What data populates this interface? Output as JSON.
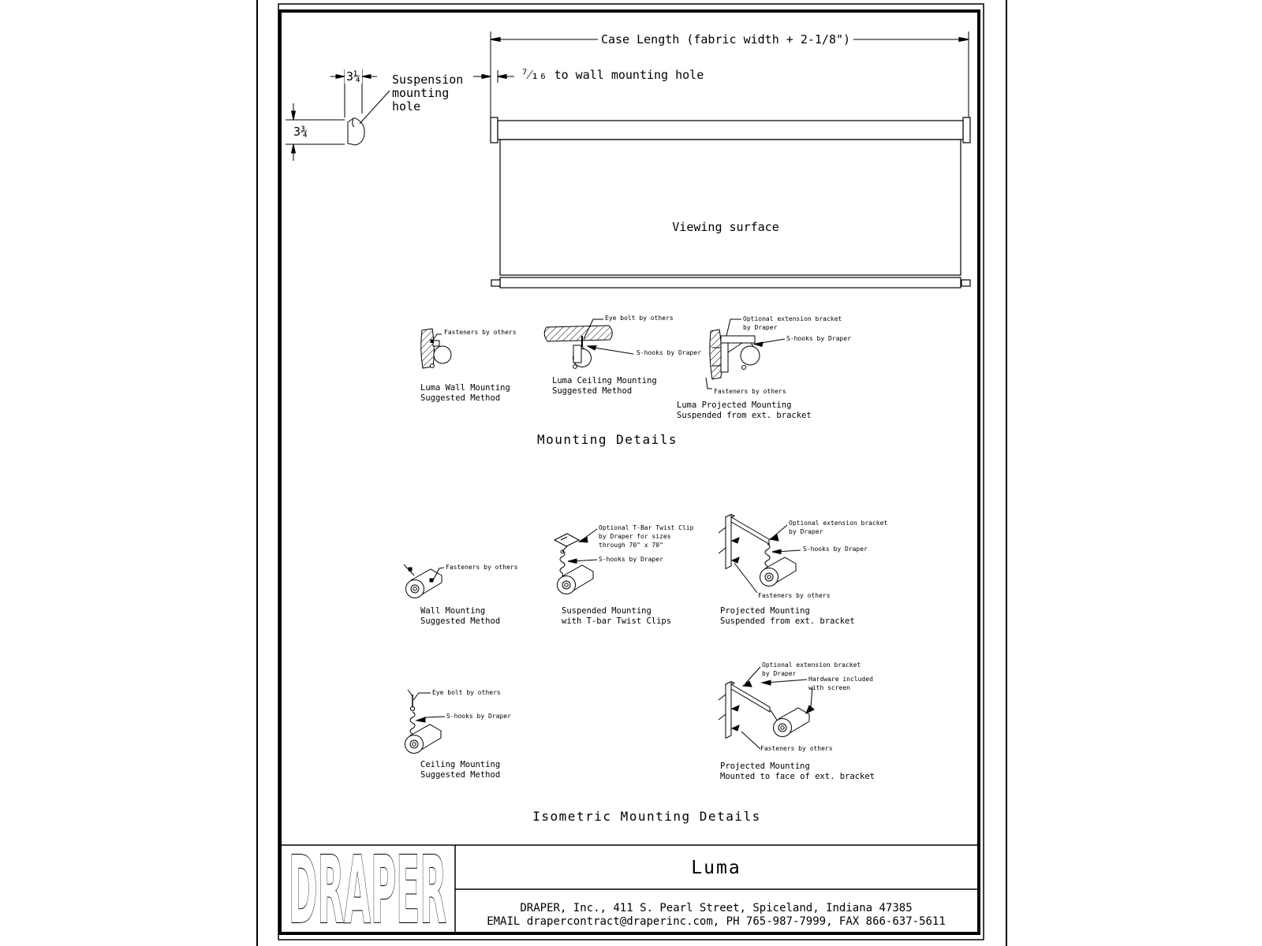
{
  "colors": {
    "ink": "#000000",
    "paper": "#ffffff"
  },
  "top_view": {
    "case_length_label": "Case Length (fabric width + 2-1/8\")",
    "wall_hole_fraction": "⁷⁄₁₆",
    "wall_hole_label": "to wall mounting hole",
    "suspension_hole_label": "Suspension mounting hole",
    "cap_width_dim": "3¼",
    "cap_height_dim": "3¾",
    "viewing_surface_label": "Viewing surface"
  },
  "mounting_details": {
    "heading": "Mounting Details",
    "wall": {
      "fasteners": "Fasteners by others",
      "caption1": "Luma Wall Mounting",
      "caption2": "Suggested Method"
    },
    "ceiling": {
      "eye_bolt": "Eye bolt by others",
      "s_hooks": "S-hooks by Draper",
      "caption1": "Luma Ceiling Mounting",
      "caption2": "Suggested Method"
    },
    "projected": {
      "bracket1": "Optional extension bracket",
      "bracket2": "by Draper",
      "s_hooks": "S-hooks by Draper",
      "fasteners": "Fasteners by others",
      "caption1": "Luma Projected Mounting",
      "caption2": "Suspended from ext. bracket"
    }
  },
  "isometric_details": {
    "heading": "Isometric Mounting Details",
    "wall": {
      "fasteners": "Fasteners by others",
      "caption1": "Wall Mounting",
      "caption2": "Suggested Method"
    },
    "suspended": {
      "clip1": "Optional T-Bar Twist Clip",
      "clip2": "by Draper for sizes",
      "clip3": "through 70\" x 70\"",
      "s_hooks": "S-hooks by Draper",
      "caption1": "Suspended Mounting",
      "caption2": "with T-bar Twist Clips"
    },
    "projected_suspended": {
      "bracket1": "Optional extension bracket",
      "bracket2": "by Draper",
      "s_hooks": "S-hooks by Draper",
      "fasteners": "Fasteners by others",
      "caption1": "Projected Mounting",
      "caption2": "Suspended from ext. bracket"
    },
    "ceiling": {
      "eye_bolt": "Eye bolt by others",
      "s_hooks": "S-hooks by Draper",
      "caption1": "Ceiling Mounting",
      "caption2": "Suggested Method"
    },
    "projected_face": {
      "bracket1": "Optional extension bracket",
      "bracket2": "by Draper",
      "hardware1": "Hardware included",
      "hardware2": "with screen",
      "fasteners": "Fasteners by others",
      "caption1": "Projected Mounting",
      "caption2": "Mounted to face of ext. bracket"
    }
  },
  "title_block": {
    "logo": "DRAPER",
    "product": "Luma",
    "address1": "DRAPER, Inc., 411 S. Pearl Street, Spiceland, Indiana 47385",
    "address2": "EMAIL drapercontract@draperinc.com, PH 765-987-7999, FAX 866-637-5611"
  }
}
